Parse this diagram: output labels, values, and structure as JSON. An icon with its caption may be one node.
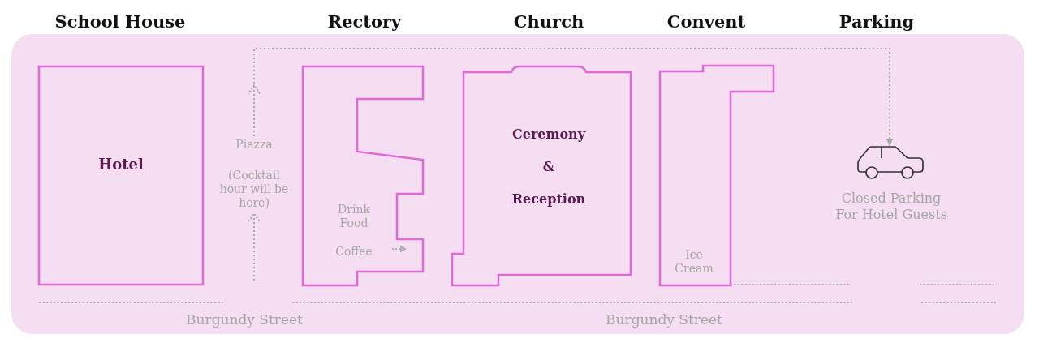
{
  "diagram": {
    "nodes": [
      {
        "text": [
          "School House",
          "Hotel"
        ]
      },
      {
        "text": [
          "Piazza",
          "(Cocktail hour will be here)"
        ]
      },
      {
        "text": [
          "Rectory",
          "Drink Food",
          "Coffee"
        ]
      },
      {
        "text": [
          "Church",
          "Ceremony & Reception"
        ]
      },
      {
        "text": [
          "Convent",
          "Ice Cream"
        ]
      },
      {
        "text": [],
        "shape": "picture",
        "beside": [
          "Closed Parking For Hotel Guests"
        ]
      }
    ],
    "edges": [
      {
        "from": null,
        "to": 1,
        "arrow": "to",
        "style": "dashed"
      },
      {
        "from": 1,
        "to": 5,
        "arrow": "to",
        "style": "dashed"
      }
    ],
    "labels": [
      "Parking",
      "Burgundy Street",
      "Burgundy Street"
    ]
  }
}
